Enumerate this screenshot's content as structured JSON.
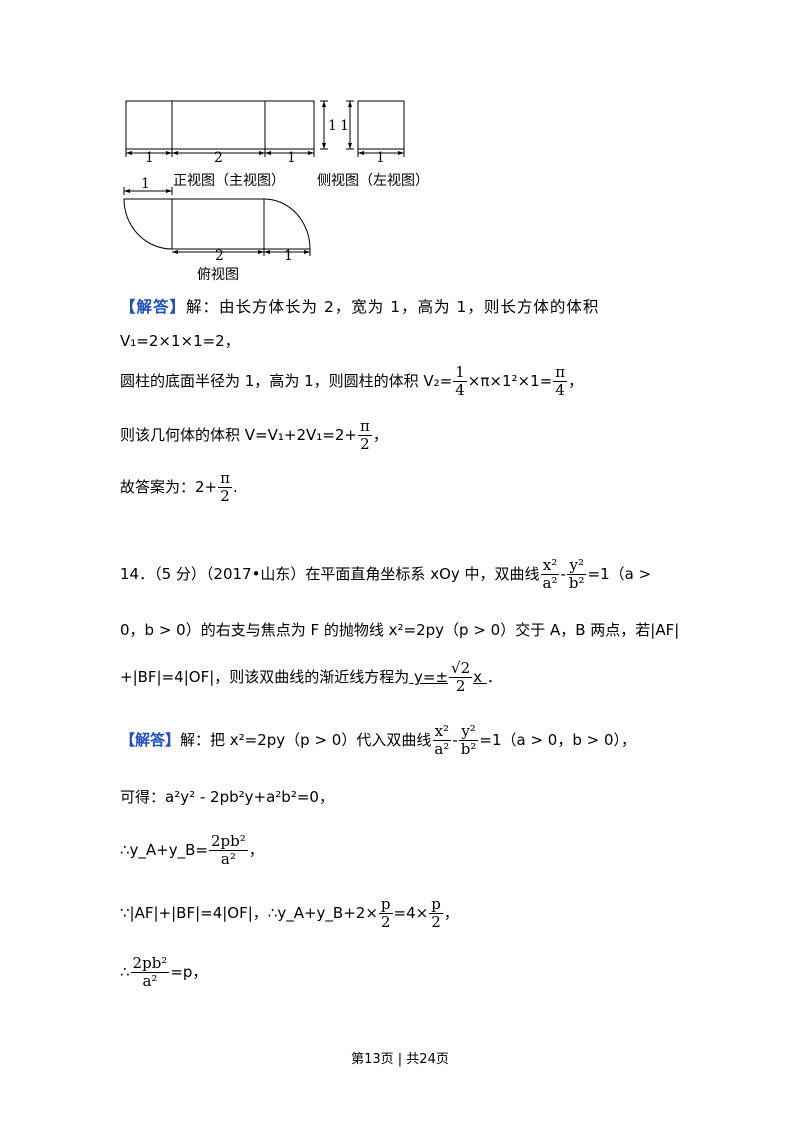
{
  "diagram": {
    "front_caption": "正视图（主视图）",
    "side_caption": "侧视图（左视图）",
    "top_caption": "俯视图",
    "dims": {
      "one": "1",
      "two": "2"
    }
  },
  "q13": {
    "tag": "【解答】",
    "l1": "解：由长方体长为 2，宽为 1，高为 1，则长方体的体积",
    "l2": "V₁=2×1×1=2，",
    "l3a": "圆柱的底面半径为 1，高为 1，则圆柱的体积 V₂=",
    "l3b": "×π×1²×1=",
    "l3c": "，",
    "f_1_4": {
      "num": "1",
      "den": "4"
    },
    "f_pi_4": {
      "num": "π",
      "den": "4"
    },
    "l4a": "则该几何体的体积 V=V₁+2V₁=2+",
    "l4b": "，",
    "f_pi_2": {
      "num": "π",
      "den": "2"
    },
    "l5a": "故答案为：2+",
    "l5b": "."
  },
  "q14": {
    "l1a": "14．（5 分）（2017•山东）在平面直角坐标系 xOy 中，双曲线",
    "l1b": "=1（a >",
    "f_x2_a2": {
      "num": "x²",
      "den": "a²"
    },
    "f_y2_b2": {
      "num": "y²",
      "den": "b²"
    },
    "minus": "-",
    "l2": "0，b > 0）的右支与焦点为 F 的抛物线 x²=2py（p > 0）交于 A，B 两点，若|AF|",
    "l3a": "+|BF|=4|OF|，则该双曲线的渐近线方程为",
    "ans_a": " y=±",
    "f_sqrt2_2": {
      "num": "√2",
      "den": "2"
    },
    "ans_b": "x ",
    "l3b": "．"
  },
  "sol14": {
    "tag": "【解答】",
    "l1a": "解：把 x²=2py（p > 0）代入双曲线",
    "l1b": "=1（a > 0，b > 0），",
    "l2": "可得：a²y² - 2pb²y+a²b²=0，",
    "l3a": "∴y_A+y_B=",
    "f_2pb2_a2": {
      "num": "2pb²",
      "den": "a²"
    },
    "l3b": "，",
    "l4a": "∵|AF|+|BF|=4|OF|，∴y_A+y_B+2×",
    "f_p_2": {
      "num": "p",
      "den": "2"
    },
    "l4b": "=4×",
    "l4c": "，",
    "l5a": "∴",
    "l5b": "=p，"
  },
  "footer": "第13页 | 共24页"
}
